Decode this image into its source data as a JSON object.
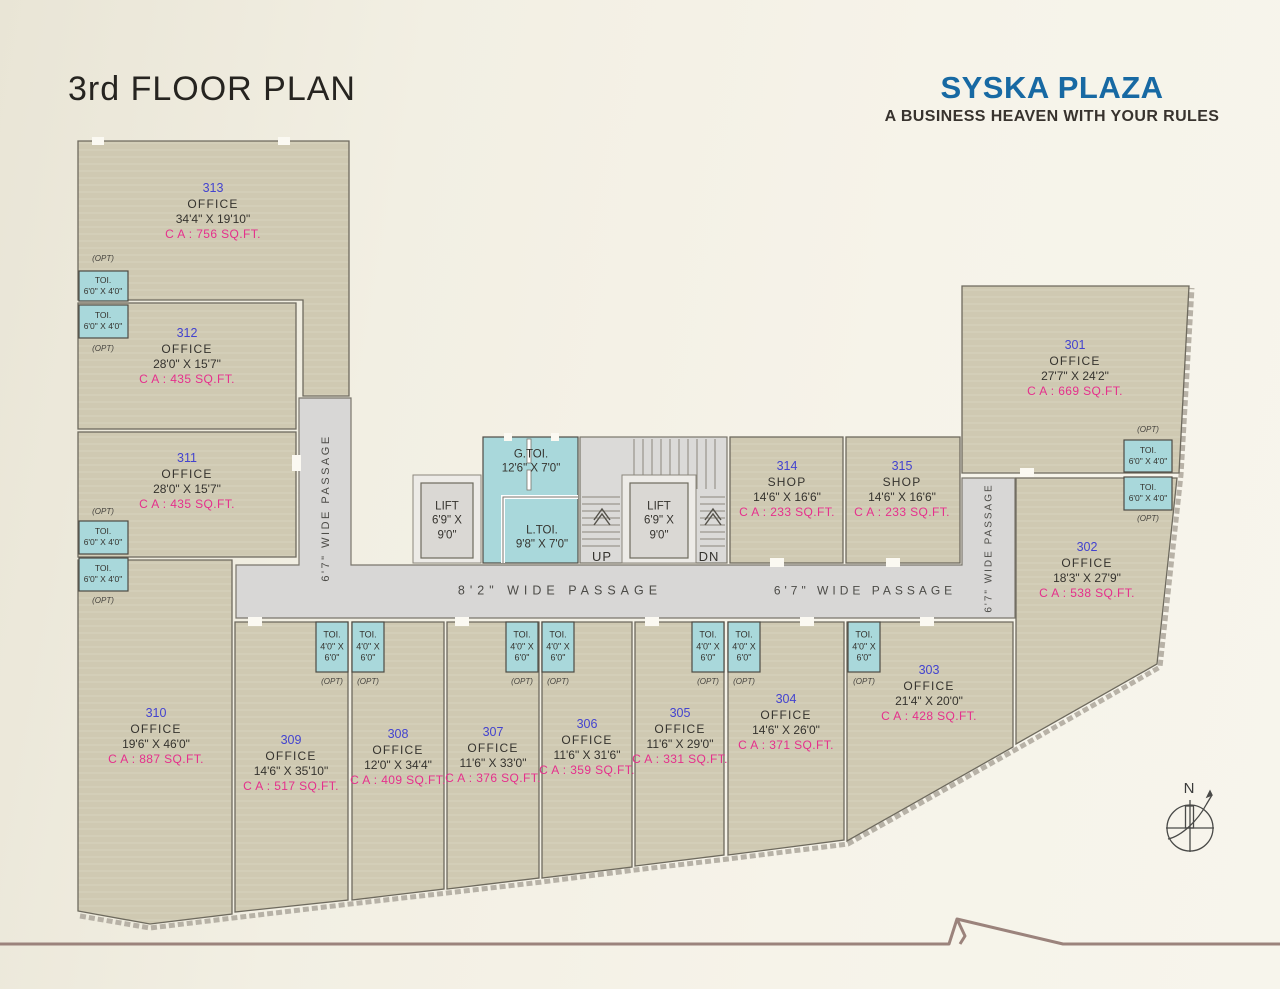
{
  "header": {
    "title": "3rd FLOOR PLAN",
    "brand": "SYSKA PLAZA",
    "tagline": "A BUSINESS HEAVEN WITH YOUR RULES"
  },
  "rooms": {
    "r301": {
      "number": "301",
      "type": "OFFICE",
      "dims": "27'7\" X 24'2\"",
      "area": "C A : 669 SQ.FT."
    },
    "r302": {
      "number": "302",
      "type": "OFFICE",
      "dims": "18'3\" X 27'9\"",
      "area": "C A : 538 SQ.FT."
    },
    "r303": {
      "number": "303",
      "type": "OFFICE",
      "dims": "21'4\" X 20'0\"",
      "area": "C A : 428 SQ.FT."
    },
    "r304": {
      "number": "304",
      "type": "OFFICE",
      "dims": "14'6\" X 26'0\"",
      "area": "C A : 371 SQ.FT."
    },
    "r305": {
      "number": "305",
      "type": "OFFICE",
      "dims": "11'6\" X 29'0\"",
      "area": "C A : 331 SQ.FT."
    },
    "r306": {
      "number": "306",
      "type": "OFFICE",
      "dims": "11'6\" X 31'6\"",
      "area": "C A : 359 SQ.FT."
    },
    "r307": {
      "number": "307",
      "type": "OFFICE",
      "dims": "11'6\" X 33'0\"",
      "area": "C A : 376 SQ.FT."
    },
    "r308": {
      "number": "308",
      "type": "OFFICE",
      "dims": "12'0\" X 34'4\"",
      "area": "C A : 409 SQ.FT."
    },
    "r309": {
      "number": "309",
      "type": "OFFICE",
      "dims": "14'6\" X 35'10\"",
      "area": "C A : 517 SQ.FT."
    },
    "r310": {
      "number": "310",
      "type": "OFFICE",
      "dims": "19'6\" X 46'0\"",
      "area": "C A : 887 SQ.FT."
    },
    "r311": {
      "number": "311",
      "type": "OFFICE",
      "dims": "28'0\" X 15'7\"",
      "area": "C A : 435 SQ.FT."
    },
    "r312": {
      "number": "312",
      "type": "OFFICE",
      "dims": "28'0\" X 15'7\"",
      "area": "C A : 435 SQ.FT."
    },
    "r313": {
      "number": "313",
      "type": "OFFICE",
      "dims": "34'4\" X 19'10\"",
      "area": "C A : 756 SQ.FT."
    },
    "r314": {
      "number": "314",
      "type": "SHOP",
      "dims": "14'6\" X 16'6\"",
      "area": "C A : 233 SQ.FT."
    },
    "r315": {
      "number": "315",
      "type": "SHOP",
      "dims": "14'6\" X 16'6\"",
      "area": "C A : 233 SQ.FT."
    }
  },
  "toilet": {
    "name": "TOI.",
    "dims_h": "6'0\" X 4'0\"",
    "dims_v_l1": "4'0\" X",
    "dims_v_l2": "6'0\"",
    "opt": "(OPT)"
  },
  "gtoi": {
    "name": "G.TOI.",
    "dims": "12'6\" X 7'0\""
  },
  "ltoi": {
    "name": "L.TOI.",
    "dims": "9'8\" X 7'0\""
  },
  "lift": {
    "name": "LIFT",
    "dims_l1": "6'9\" X",
    "dims_l2": "9'0\""
  },
  "stairs": {
    "up": "UP",
    "dn": "DN"
  },
  "passages": {
    "main": "8'2\" WIDE PASSAGE",
    "right_horizontal": "6'7\" WIDE PASSAGE",
    "left_vertical": "6'7\" WIDE PASSAGE",
    "right_vertical": "6'7\" WIDE PASSAGE"
  },
  "compass": {
    "north": "N"
  },
  "colors": {
    "room_fill": "#cfc9b2",
    "toilet_fill": "#a9d8db",
    "passage_fill": "#d8d7d6",
    "brand_blue": "#1769a3",
    "unit_number_blue": "#4343cf",
    "area_pink": "#e5308c"
  }
}
